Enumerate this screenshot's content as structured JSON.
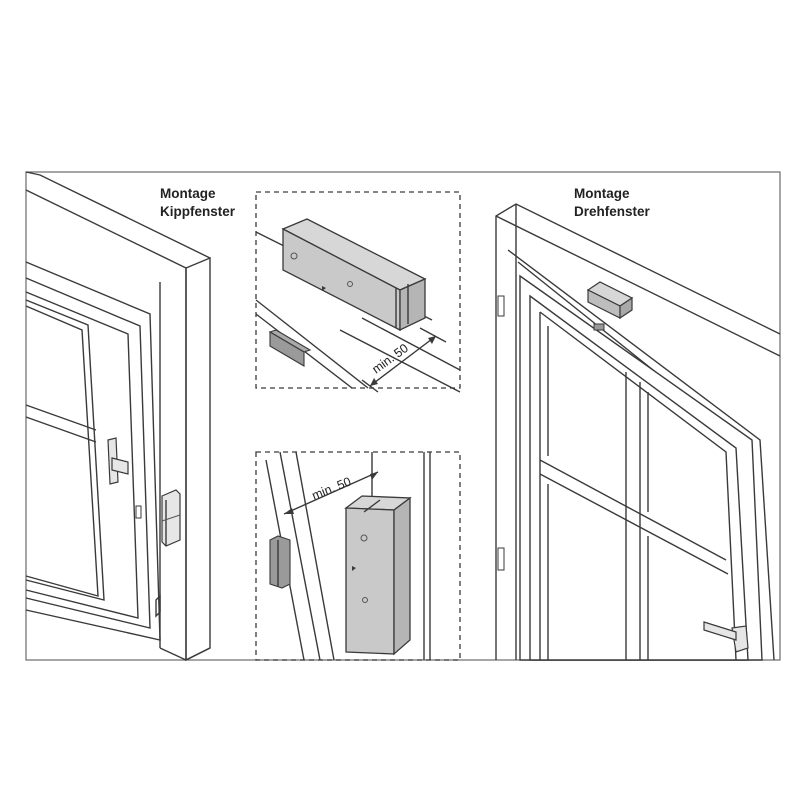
{
  "labels": {
    "tilt_title_line1": "Montage",
    "tilt_title_line2": "Kippfenster",
    "turn_title_line1": "Montage",
    "turn_title_line2": "Drehfenster",
    "dim_top": "min. 50",
    "dim_bottom": "min. 50"
  },
  "colors": {
    "line": "#3a3a3a",
    "device_gray": "#c9c9c9",
    "device_dark": "#8c8c8c",
    "background": "#ffffff"
  }
}
